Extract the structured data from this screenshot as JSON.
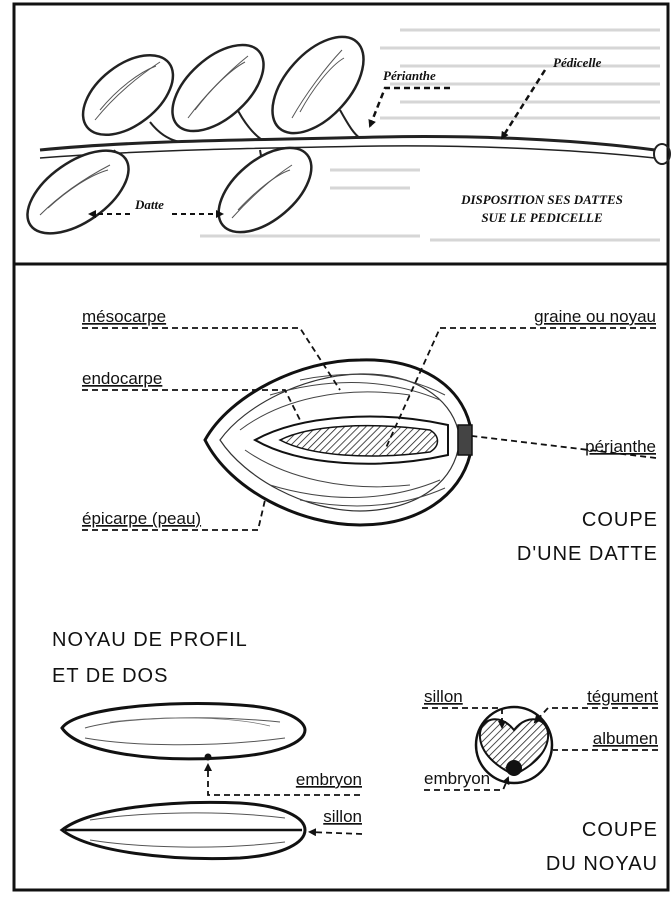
{
  "top_panel": {
    "labels": {
      "perianthe": "Périanthe",
      "pedicelle": "Pédicelle",
      "datte": "Datte",
      "caption_line1": "DISPOSITION SES DATTES",
      "caption_line2": "SUE LE PEDICELLE"
    }
  },
  "date_section": {
    "labels": {
      "mesocarpe": "mésocarpe",
      "endocarpe": "endocarpe",
      "epicarpe": "épicarpe (peau)",
      "graine": "graine ou noyau",
      "perianthe": "périanthe"
    },
    "caption_line1": "COUPE",
    "caption_line2": "D'UNE DATTE"
  },
  "seed_profile": {
    "title_line1": "NOYAU DE PROFIL",
    "title_line2": "ET DE DOS",
    "labels": {
      "embryon": "embryon",
      "sillon": "sillon"
    }
  },
  "seed_section": {
    "labels": {
      "sillon": "sillon",
      "tegument": "tégument",
      "albumen": "albumen",
      "embryon": "embryon"
    },
    "caption_line1": "COUPE",
    "caption_line2": "DU NOYAU"
  }
}
